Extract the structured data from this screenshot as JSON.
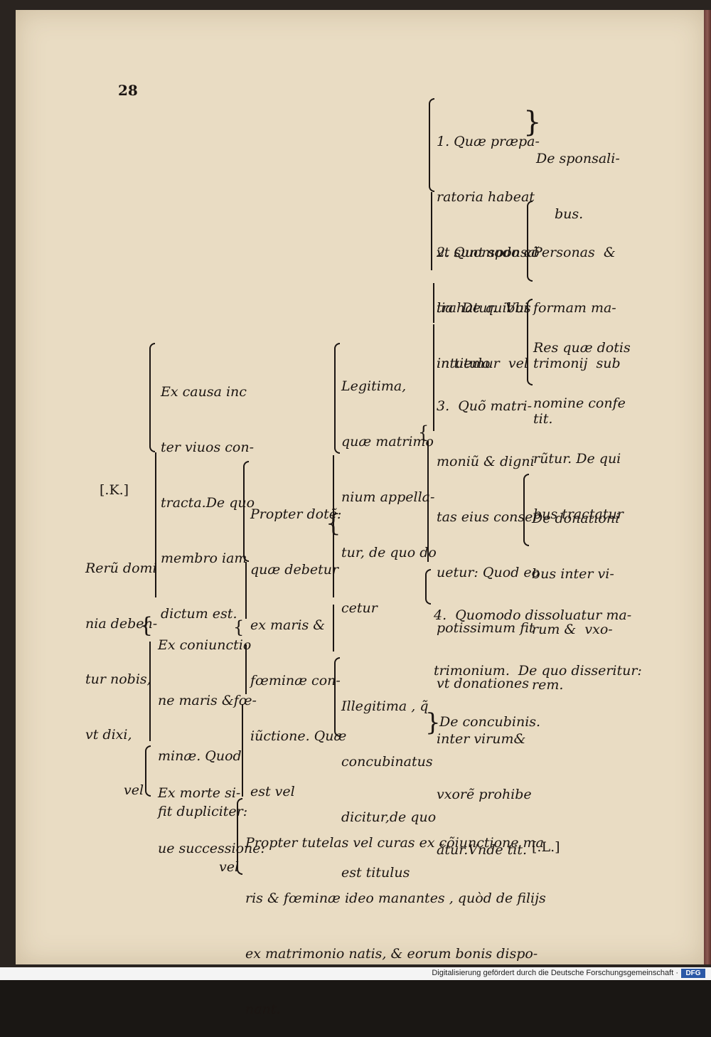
{
  "page": {
    "number": "28",
    "marker_k": "[.K.]",
    "marker_l": "[.L.]"
  },
  "root": {
    "lines": [
      "Rerũ domi",
      "nia deben-",
      "tur nobis,",
      "vt dixi,",
      "vel"
    ]
  },
  "branch_contract": {
    "lines": [
      "Ex causa inc",
      "ter viuos con-",
      "tracta.De quo",
      "membro iam",
      "dictum est."
    ]
  },
  "branch_conjunction": {
    "lines": [
      "Ex coniunctio",
      "ne maris &fœ-",
      "minæ. Quod",
      "fit dupliciter:",
      "vel"
    ]
  },
  "branch_death": {
    "lines": [
      "Ex morte si-",
      "ue successione:"
    ]
  },
  "dowry": {
    "lines": [
      "Propter dotẽ:",
      "quæ debetur",
      "ex maris &",
      "fœminæ con-",
      "iũctione. Quæ",
      "est vel"
    ]
  },
  "legitimate": {
    "lines": [
      "Legitima,",
      "quæ matrimo",
      "nium appella-",
      "tur, de quo do",
      "cetur"
    ]
  },
  "illegitimate": {
    "lines": [
      "Illegitima , q̃",
      "concubinatus",
      "dicitur,de quo",
      "est titulus"
    ]
  },
  "concubines_title": "De concubinis.",
  "q1": {
    "lines": [
      "1. Quæ præpa-",
      "ratoria habeat",
      "vt sunt sponsa",
      "lia  De quibus",
      "in titulo"
    ]
  },
  "q1_title": {
    "lines": [
      "De sponsali-",
      "bus."
    ]
  },
  "q2": {
    "lines": [
      "2. Quomodo cõ",
      "trahatur.  Vbi",
      "intuemur  vel"
    ]
  },
  "q2_persons": {
    "lines": [
      "Personas  &",
      "formam ma-",
      "trimonij  sub",
      "tit."
    ]
  },
  "q2_res": {
    "lines": [
      "Res quæ dotis",
      "nomine confe",
      "rũtur. De qui",
      "bus tractatur"
    ]
  },
  "q3": {
    "lines": [
      "3.  Quõ matri-",
      "moniũ & digni",
      "tas eius conser",
      "uetur: Quod eo",
      "potissimum fit",
      "vt donationes",
      "inter virum&",
      "vxorẽ prohibe",
      "ãtur.Vnde tit."
    ]
  },
  "q3_title": {
    "lines": [
      "De donationi",
      "bus inter vi-",
      "rum &  vxo-",
      "rem."
    ]
  },
  "q4": {
    "lines": [
      "4.  Quomodo dissoluatur ma-",
      "trimonium.  De quo disseritur:"
    ]
  },
  "tutelage": {
    "lines": [
      "Propter tutelas vel curas ex cõiunctione ma",
      "ris & fœminæ ideo manantes , quòd de filijs",
      "ex matrimonio natis, & eorum bonis dispo-",
      "nant."
    ]
  },
  "footer": {
    "text": "Digitalisierung gefördert durch die Deutsche Forschungsgemeinschaft ·",
    "logo": "DFG"
  }
}
